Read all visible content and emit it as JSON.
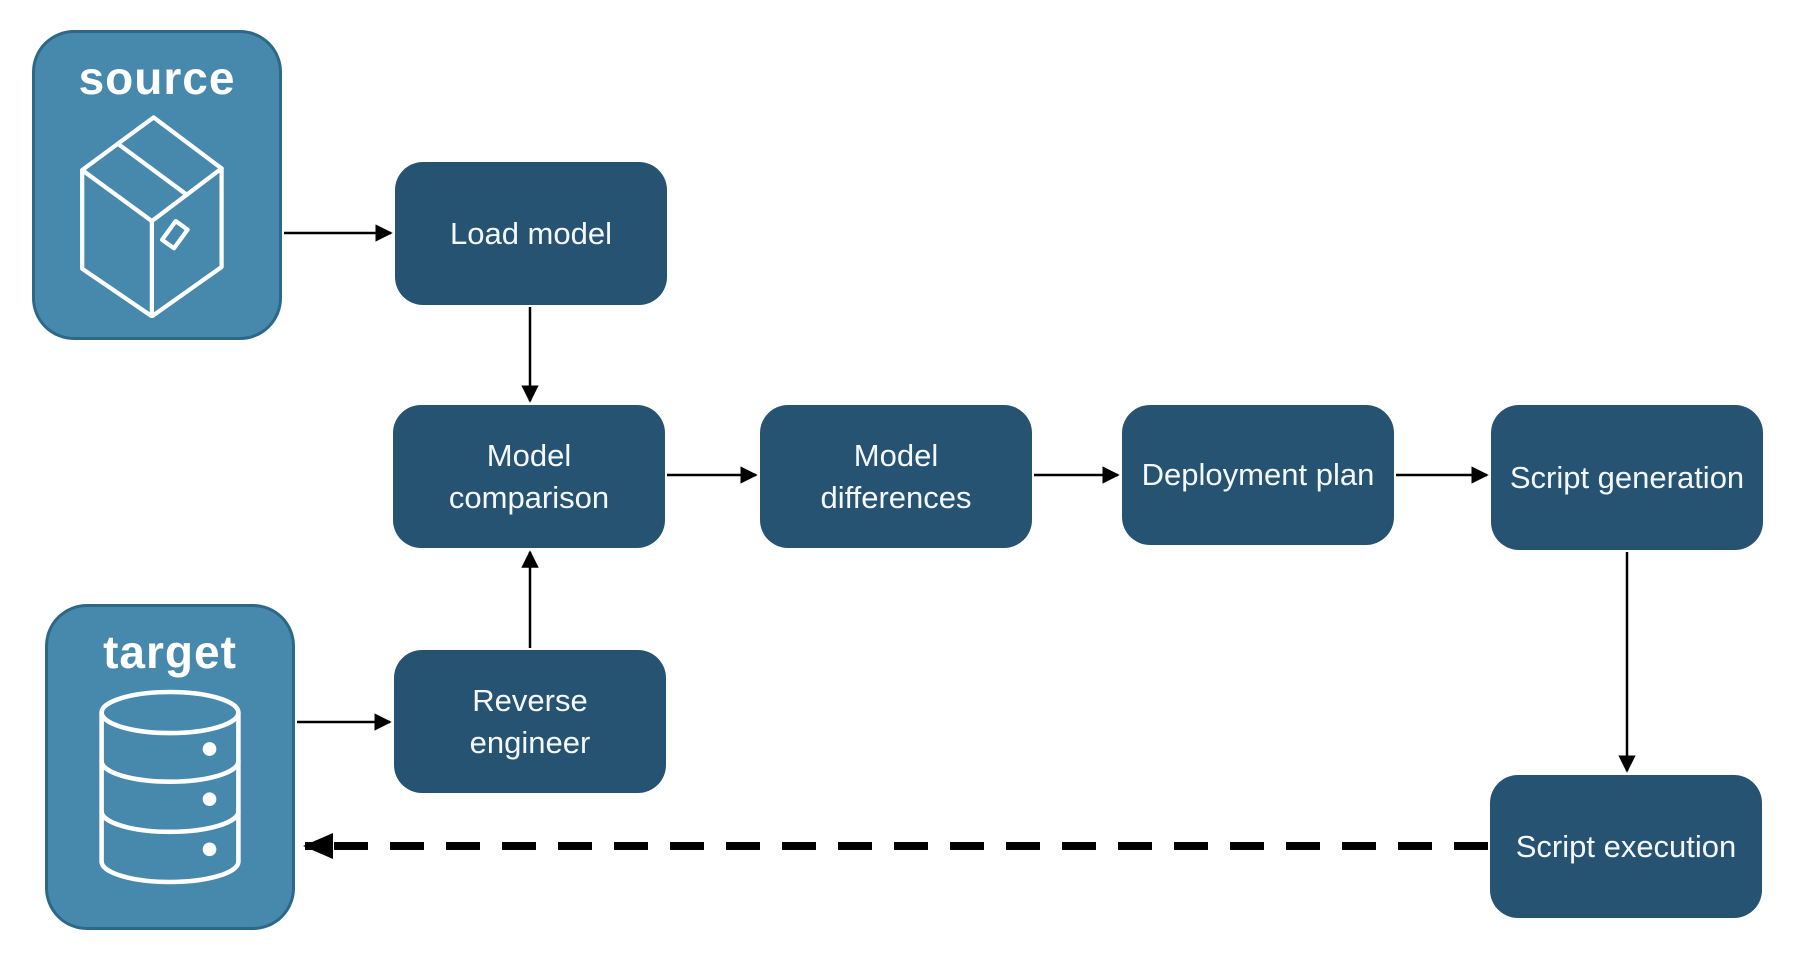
{
  "endpoints": {
    "source": {
      "label": "source",
      "icon": "package-icon"
    },
    "target": {
      "label": "target",
      "icon": "database-icon"
    }
  },
  "nodes": {
    "load_model": {
      "label": "Load model"
    },
    "model_comparison": {
      "label": "Model comparison"
    },
    "model_differences": {
      "label": "Model differences"
    },
    "deployment_plan": {
      "label": "Deployment plan"
    },
    "script_generation": {
      "label": "Script generation"
    },
    "reverse_engineer": {
      "label": "Reverse engineer"
    },
    "script_execution": {
      "label": "Script execution"
    }
  },
  "edges": [
    {
      "from": "source",
      "to": "load_model",
      "style": "solid"
    },
    {
      "from": "load_model",
      "to": "model_comparison",
      "style": "solid"
    },
    {
      "from": "model_comparison",
      "to": "model_differences",
      "style": "solid"
    },
    {
      "from": "model_differences",
      "to": "deployment_plan",
      "style": "solid"
    },
    {
      "from": "deployment_plan",
      "to": "script_generation",
      "style": "solid"
    },
    {
      "from": "script_generation",
      "to": "script_execution",
      "style": "solid"
    },
    {
      "from": "reverse_engineer",
      "to": "model_comparison",
      "style": "solid"
    },
    {
      "from": "target",
      "to": "reverse_engineer",
      "style": "solid"
    },
    {
      "from": "script_execution",
      "to": "target",
      "style": "dashed"
    }
  ],
  "colors": {
    "endpoint_fill": "#4689AC",
    "endpoint_border": "#2D6888",
    "node_fill": "#275373",
    "text": "#FFFFFF",
    "arrow": "#000000",
    "background": "#FFFFFF"
  }
}
